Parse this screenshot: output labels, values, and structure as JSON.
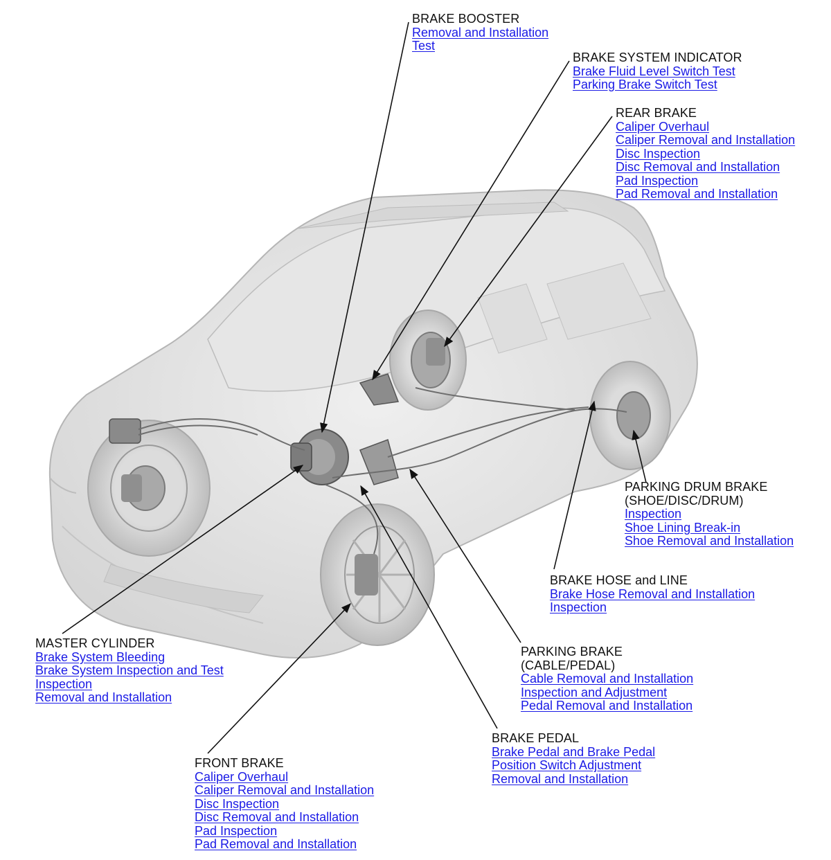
{
  "colors": {
    "link": "#1a1ae6",
    "text": "#111111",
    "leader": "#111111",
    "vehicle_body": "#d9d9d9"
  },
  "callouts": {
    "brake_booster": {
      "title": "BRAKE BOOSTER",
      "links": [
        "Removal and Installation",
        "Test"
      ]
    },
    "brake_system_indicator": {
      "title": "BRAKE SYSTEM INDICATOR",
      "links": [
        "Brake Fluid Level Switch Test",
        "Parking Brake Switch Test"
      ]
    },
    "rear_brake": {
      "title": "REAR BRAKE",
      "links": [
        "Caliper Overhaul",
        "Caliper Removal and Installation",
        "Disc Inspection",
        "Disc Removal and Installation",
        "Pad Inspection",
        "Pad Removal and Installation"
      ]
    },
    "parking_drum_brake": {
      "title": "PARKING DRUM BRAKE",
      "subtitle": "(SHOE/DISC/DRUM)",
      "links": [
        "Inspection",
        "Shoe Lining Break-in",
        "Shoe Removal and Installation"
      ]
    },
    "brake_hose_and_line": {
      "title": "BRAKE HOSE and LINE",
      "links": [
        "Brake Hose Removal and Installation",
        "Inspection"
      ]
    },
    "master_cylinder": {
      "title": "MASTER CYLINDER",
      "links": [
        "Brake System Bleeding",
        "Brake System Inspection and Test",
        "Inspection",
        "Removal and Installation"
      ]
    },
    "parking_brake": {
      "title": "PARKING BRAKE",
      "subtitle": "(CABLE/PEDAL)",
      "links": [
        "Cable Removal and Installation",
        "Inspection and Adjustment",
        "Pedal Removal and Installation"
      ]
    },
    "brake_pedal": {
      "title": "BRAKE PEDAL",
      "links": [
        "Brake Pedal and Brake Pedal",
        "Position Switch Adjustment",
        "Removal and Installation"
      ]
    },
    "front_brake": {
      "title": "FRONT BRAKE",
      "links": [
        "Caliper Overhaul",
        "Caliper Removal and Installation",
        "Disc Inspection",
        "Disc Removal and Installation",
        "Pad Inspection",
        "Pad Removal and Installation"
      ]
    }
  }
}
